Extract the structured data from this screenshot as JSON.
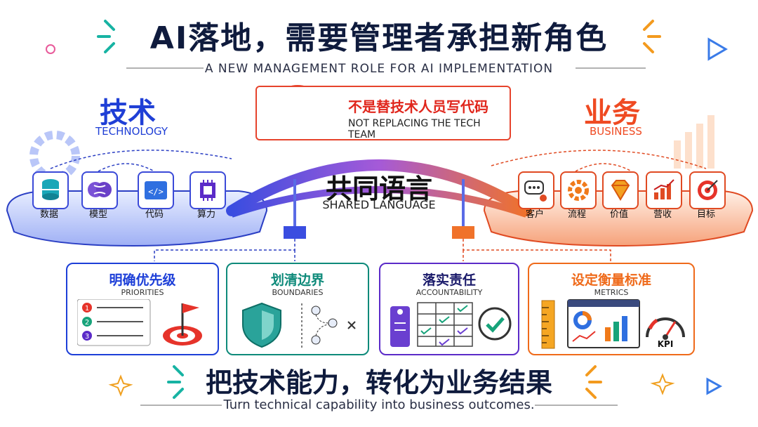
{
  "header": {
    "title": "AI落地，需要管理者承担新角色",
    "subtitle": "A NEW MANAGEMENT ROLE FOR AI IMPLEMENTATION"
  },
  "technology": {
    "title": "技术",
    "subtitle": "TECHNOLOGY",
    "items": [
      {
        "label": "数据",
        "icon": "database-icon"
      },
      {
        "label": "模型",
        "icon": "brain-icon"
      },
      {
        "label": "代码",
        "icon": "code-icon"
      },
      {
        "label": "算力",
        "icon": "chip-icon"
      }
    ]
  },
  "business": {
    "title": "业务",
    "subtitle": "BUSINESS",
    "items": [
      {
        "label": "客户",
        "icon": "chat-icon"
      },
      {
        "label": "流程",
        "icon": "gear-icon"
      },
      {
        "label": "价值",
        "icon": "diamond-icon"
      },
      {
        "label": "营收",
        "icon": "growth-chart-icon"
      },
      {
        "label": "目标",
        "icon": "target-icon"
      }
    ]
  },
  "not_replacing": {
    "cn": "不是替技术人员写代码",
    "en": "NOT REPLACING THE TECH TEAM"
  },
  "bridge": {
    "cn": "共同语言",
    "en": "SHARED LANGUAGE"
  },
  "roles": [
    {
      "title": "明确优先级",
      "subtitle": "PRIORITIES",
      "color": "#1d3fd8"
    },
    {
      "title": "划清边界",
      "subtitle": "BOUNDARIES",
      "color": "#0e8a7a"
    },
    {
      "title": "落实责任",
      "subtitle": "ACCOUNTABILITY",
      "color": "#5b2bc8"
    },
    {
      "title": "设定衡量标准",
      "subtitle": "METRICS",
      "color": "#ef6a1a"
    }
  ],
  "priorities_list": [
    "1",
    "2",
    "3"
  ],
  "kpi_label": "KPI",
  "footer": {
    "cn": "把技术能力，转化为业务结果",
    "en": "Turn technical capability into business outcomes."
  },
  "colors": {
    "tech": "#1f3fd6",
    "business": "#ef4a22",
    "navy": "#0f1b3d"
  }
}
